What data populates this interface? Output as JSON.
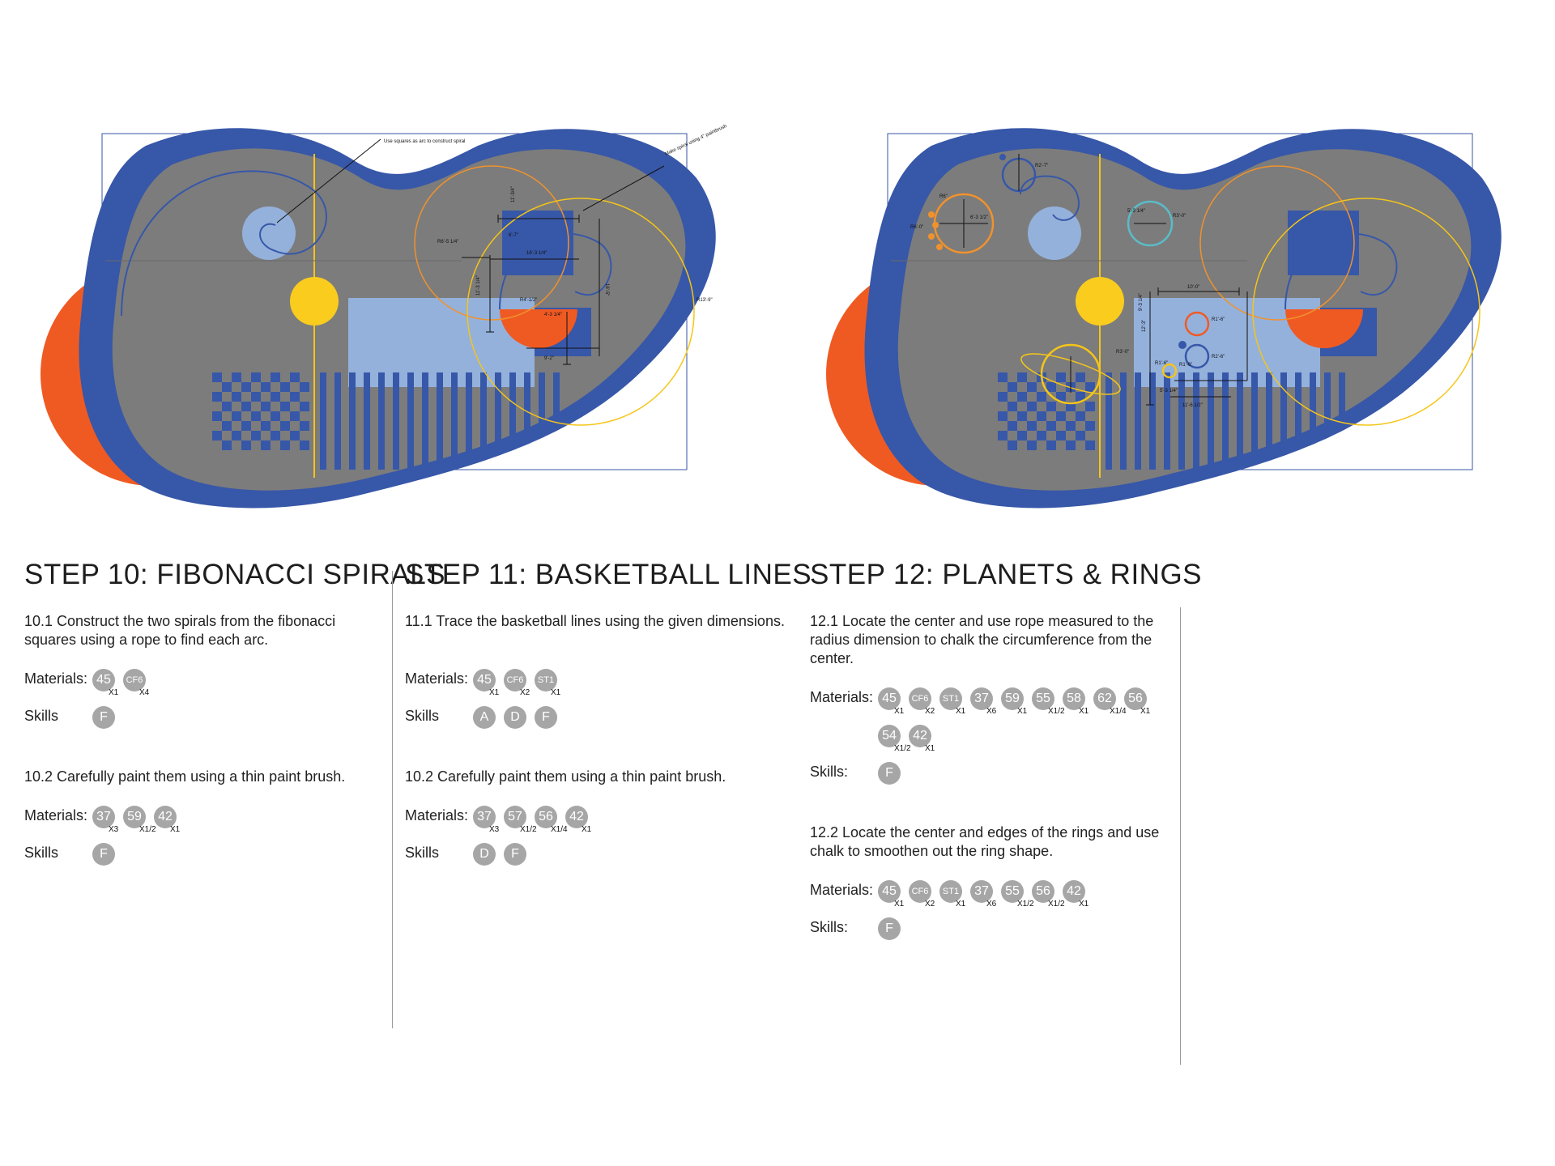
{
  "annotations": {
    "left_label_1": "Use squares as arc to construct spiral",
    "left_label_2": "Make spiral using 4\" paintbrush",
    "dims_left": [
      "R6'-5 1/4\"",
      "6'-7\"",
      "16'-3 1/4\"",
      "11'-3 1/4\"",
      "R4'-1/2\"",
      "4'-3 1/4\"",
      "9'-2\"",
      "16'-5\"",
      "R13'-9\"",
      "11'-3/4\""
    ],
    "dims_right": [
      "R2'-7\"",
      "R6\"",
      "R6'-0\"",
      "6'-3 1/2\"",
      "5'-3 1/4\"",
      "R3'-0\"",
      "10'-0\"",
      "R1'-6\"",
      "R2'-6\"",
      "12'-3\"",
      "R3'-0\"",
      "R1'-6\"",
      "9'-3 1/4\"",
      "R1'-6\"",
      "5'-3 1/4\"",
      "11'-6 1/2\""
    ]
  },
  "steps": [
    {
      "title": "STEP 10: FIBONACCI SPIRALS",
      "subs": [
        {
          "text": "10.1 Construct the two spirals from the fibonacci squares using a rope to find each arc.",
          "materials_label": "Materials:",
          "materials": [
            {
              "code": "45",
              "qty": "X1"
            },
            {
              "code": "CF6",
              "qty": "X4"
            }
          ],
          "skills_label": "Skills",
          "skills": [
            "F"
          ]
        },
        {
          "text": "10.2 Carefully paint them using a thin paint brush.",
          "materials_label": "Materials:",
          "materials": [
            {
              "code": "37",
              "qty": "X3"
            },
            {
              "code": "59",
              "qty": "X1/2"
            },
            {
              "code": "42",
              "qty": "X1"
            }
          ],
          "skills_label": "Skills",
          "skills": [
            "F"
          ]
        }
      ]
    },
    {
      "title": "STEP 11: BASKETBALL LINES",
      "subs": [
        {
          "text": "11.1 Trace the basketball lines using the given dimensions.",
          "materials_label": "Materials:",
          "materials": [
            {
              "code": "45",
              "qty": "X1"
            },
            {
              "code": "CF6",
              "qty": "X2"
            },
            {
              "code": "ST1",
              "qty": "X1"
            }
          ],
          "skills_label": "Skills",
          "skills": [
            "A",
            "D",
            "F"
          ]
        },
        {
          "text": "10.2 Carefully paint them using a thin paint brush.",
          "materials_label": "Materials:",
          "materials": [
            {
              "code": "37",
              "qty": "X3"
            },
            {
              "code": "57",
              "qty": "X1/2"
            },
            {
              "code": "56",
              "qty": "X1/4"
            },
            {
              "code": "42",
              "qty": "X1"
            }
          ],
          "skills_label": "Skills",
          "skills": [
            "D",
            "F"
          ]
        }
      ]
    },
    {
      "title": "STEP 12: PLANETS & RINGS",
      "subs": [
        {
          "text": "12.1  Locate the center and use rope measured to the radius dimension to chalk the circumference from the center.",
          "materials_label": "Materials:",
          "materials": [
            {
              "code": "45",
              "qty": "X1"
            },
            {
              "code": "CF6",
              "qty": "X2"
            },
            {
              "code": "ST1",
              "qty": "X1"
            },
            {
              "code": "37",
              "qty": "X6"
            },
            {
              "code": "59",
              "qty": "X1"
            },
            {
              "code": "55",
              "qty": "X1/2"
            },
            {
              "code": "58",
              "qty": "X1"
            },
            {
              "code": "62",
              "qty": "X1/4"
            },
            {
              "code": "56",
              "qty": "X1"
            },
            {
              "code": "54",
              "qty": "X1/2"
            },
            {
              "code": "42",
              "qty": "X1"
            }
          ],
          "skills_label": "Skills:",
          "skills": [
            "F"
          ]
        },
        {
          "text": "12.2  Locate the center and edges of the rings  and use chalk to smoothen out the ring shape.",
          "materials_label": "Materials:",
          "materials": [
            {
              "code": "45",
              "qty": "X1"
            },
            {
              "code": "CF6",
              "qty": "X2"
            },
            {
              "code": "ST1",
              "qty": "X1"
            },
            {
              "code": "37",
              "qty": "X6"
            },
            {
              "code": "55",
              "qty": "X1/2"
            },
            {
              "code": "56",
              "qty": "X1/2"
            },
            {
              "code": "42",
              "qty": "X1"
            }
          ],
          "skills_label": "Skills:",
          "skills": [
            "F"
          ]
        }
      ]
    }
  ]
}
